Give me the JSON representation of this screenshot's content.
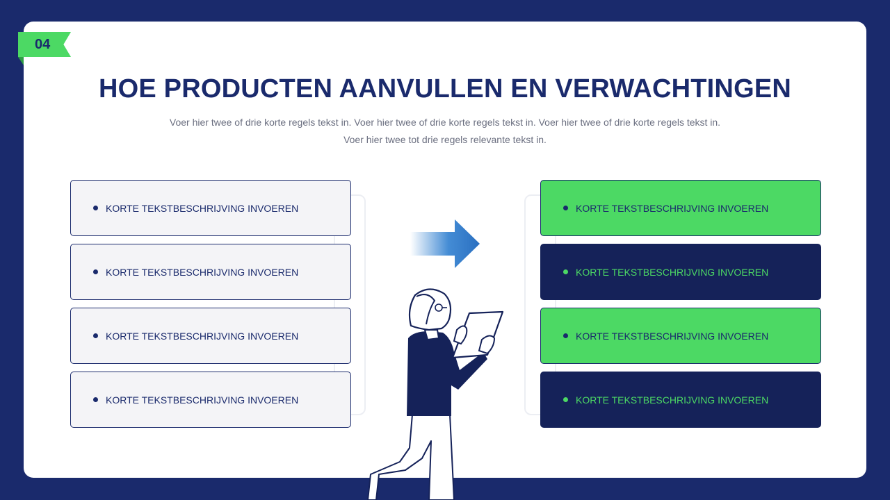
{
  "badge": {
    "number": "04"
  },
  "title": "HOE PRODUCTEN AANVULLEN EN VERWACHTINGEN",
  "subtitle": {
    "line1": "Voer hier twee of drie korte regels tekst in. Voer hier twee of drie korte regels tekst in. Voer hier twee of drie korte regels tekst in.",
    "line2": "Voer hier twee tot drie regels relevante tekst in."
  },
  "left_items": [
    {
      "label": "KORTE TEKSTBESCHRIJVING INVOEREN"
    },
    {
      "label": "KORTE TEKSTBESCHRIJVING INVOEREN"
    },
    {
      "label": "KORTE TEKSTBESCHRIJVING INVOEREN"
    },
    {
      "label": "KORTE TEKSTBESCHRIJVING INVOEREN"
    }
  ],
  "right_items": [
    {
      "label": "KORTE TEKSTBESCHRIJVING INVOEREN",
      "style": "green"
    },
    {
      "label": "KORTE TEKSTBESCHRIJVING INVOEREN",
      "style": "navy"
    },
    {
      "label": "KORTE TEKSTBESCHRIJVING INVOEREN",
      "style": "green"
    },
    {
      "label": "KORTE TEKSTBESCHRIJVING INVOEREN",
      "style": "navy"
    }
  ],
  "colors": {
    "background": "#1a2a6c",
    "accent_green": "#4cd964",
    "navy": "#152259",
    "arrow_blue": "#2f7fd0"
  },
  "icons": {
    "arrow": "right-arrow-icon",
    "illustration": "person-with-tablet-illustration"
  }
}
